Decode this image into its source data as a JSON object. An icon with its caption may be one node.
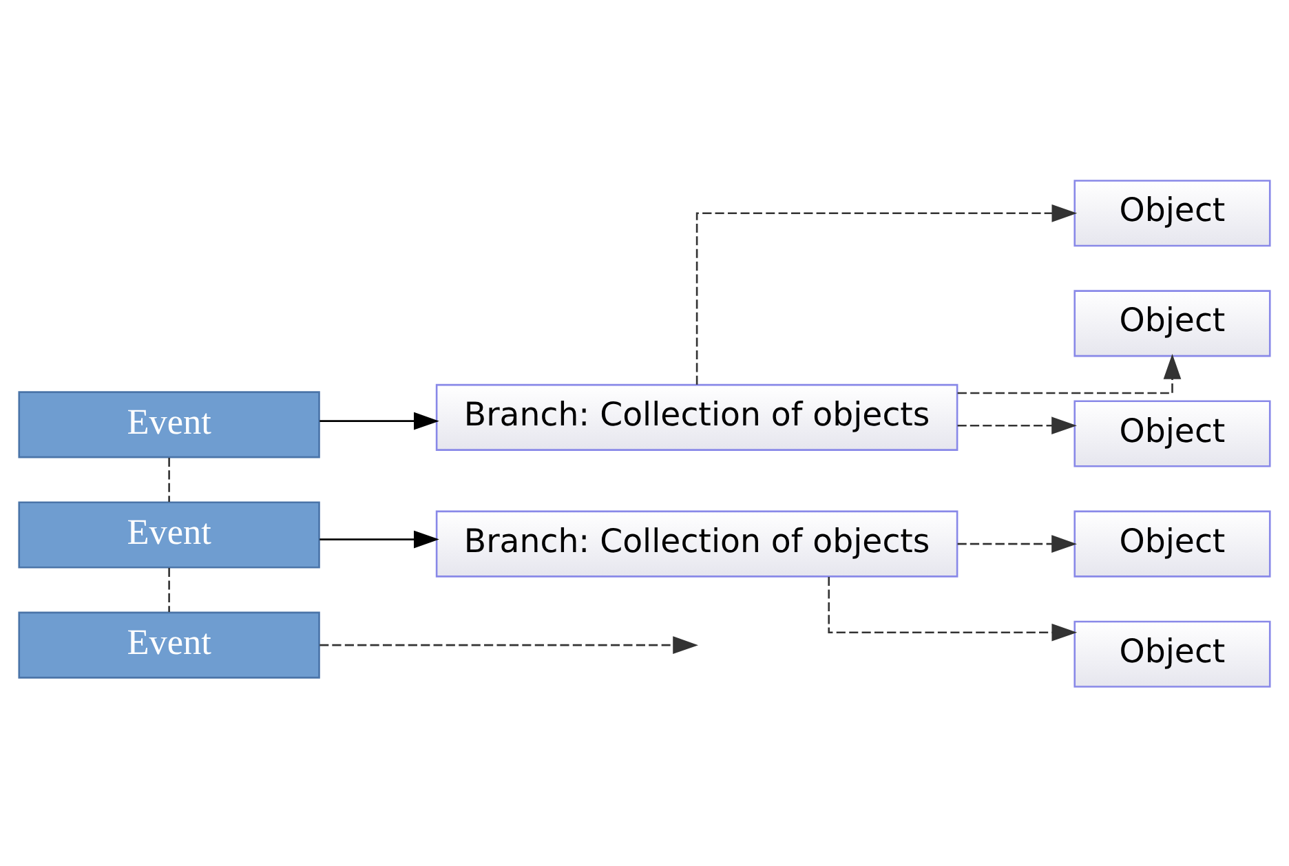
{
  "diagram": {
    "nodes": [
      {
        "text": [
          "Event"
        ]
      },
      {
        "text": [
          "Branch: Collection of objects"
        ]
      },
      {
        "text": [
          "Object"
        ]
      },
      {
        "text": [
          "Object"
        ]
      },
      {
        "text": [
          "Object"
        ]
      },
      {
        "text": [
          "Event"
        ]
      },
      {
        "text": [
          "Branch: Collection of objects"
        ]
      },
      {
        "text": [
          "Object"
        ]
      },
      {
        "text": [
          "Object"
        ]
      },
      {
        "text": [
          "Event"
        ]
      }
    ],
    "edges": [
      {
        "from": 0,
        "to": 1,
        "arrow": "to"
      },
      {
        "from": 1,
        "to": 2,
        "arrow": "to",
        "style": "dashed"
      },
      {
        "from": 1,
        "to": 3,
        "arrow": "to",
        "style": "dashed"
      },
      {
        "from": 1,
        "to": 4,
        "arrow": "to",
        "style": "dashed"
      },
      {
        "from": 0,
        "to": 5,
        "arrow": "none",
        "style": "dashed"
      },
      {
        "from": 5,
        "to": 6,
        "arrow": "to"
      },
      {
        "from": 6,
        "to": 7,
        "arrow": "to",
        "style": "dashed"
      },
      {
        "from": 6,
        "to": 8,
        "arrow": "to",
        "style": "dashed"
      },
      {
        "from": 5,
        "to": 9,
        "arrow": "none",
        "style": "dashed"
      },
      {
        "from": 9,
        "to": null,
        "arrow": "to",
        "style": "dashed"
      }
    ]
  }
}
